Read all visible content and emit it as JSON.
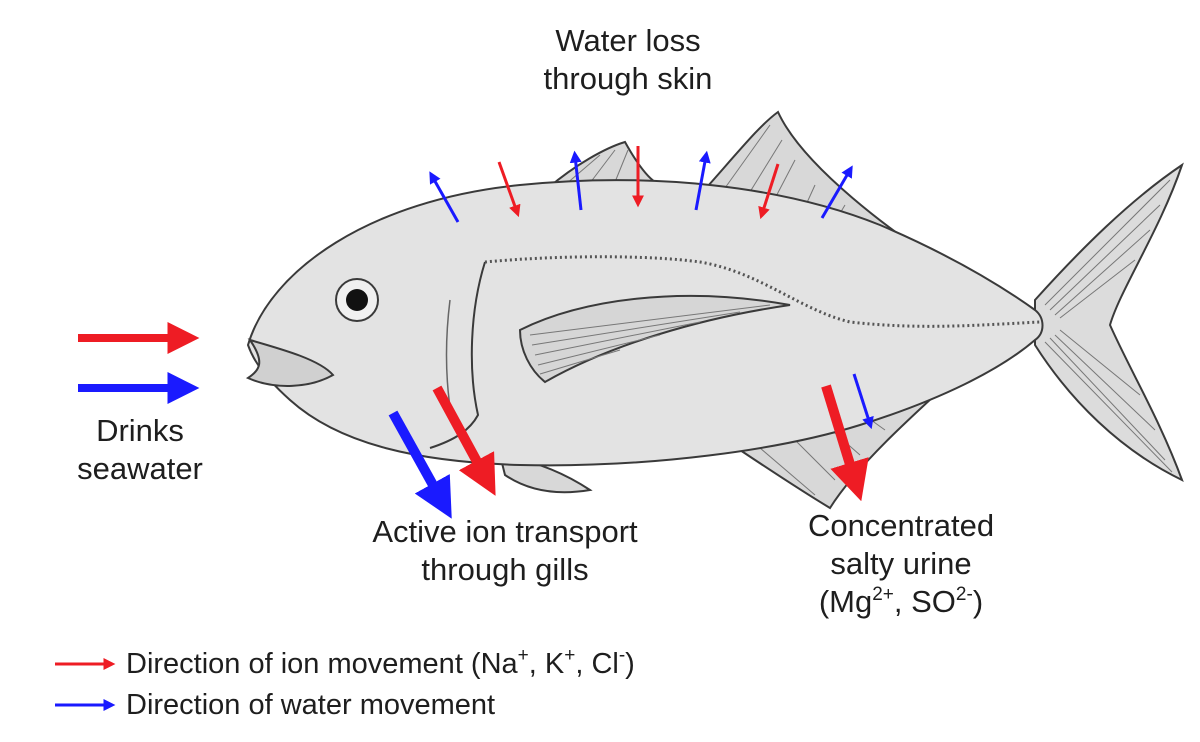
{
  "colors": {
    "ion": "#ee1c24",
    "water": "#1a1aff",
    "fish_fill": "#e3e3e3",
    "fish_line": "#3a3a3a"
  },
  "labels": {
    "water_loss": [
      "Water loss",
      "through skin"
    ],
    "drinks": [
      "Drinks",
      "seawater"
    ],
    "gills": [
      "Active ion transport",
      "through gills"
    ],
    "urine": {
      "line1": "Concentrated",
      "line2": "salty urine",
      "ion1_base": "(Mg",
      "ion1_sup": "2+",
      "sep": ", SO",
      "ion2_sup": "2-",
      "close": ")"
    }
  },
  "legend": {
    "ion": {
      "text": "Direction of ion movement (Na",
      "na_sup": "+",
      "mid1": ", K",
      "k_sup": "+",
      "mid2": ", Cl",
      "cl_sup": "-",
      "close": ")"
    },
    "water": {
      "text": "Direction of water movement"
    }
  }
}
